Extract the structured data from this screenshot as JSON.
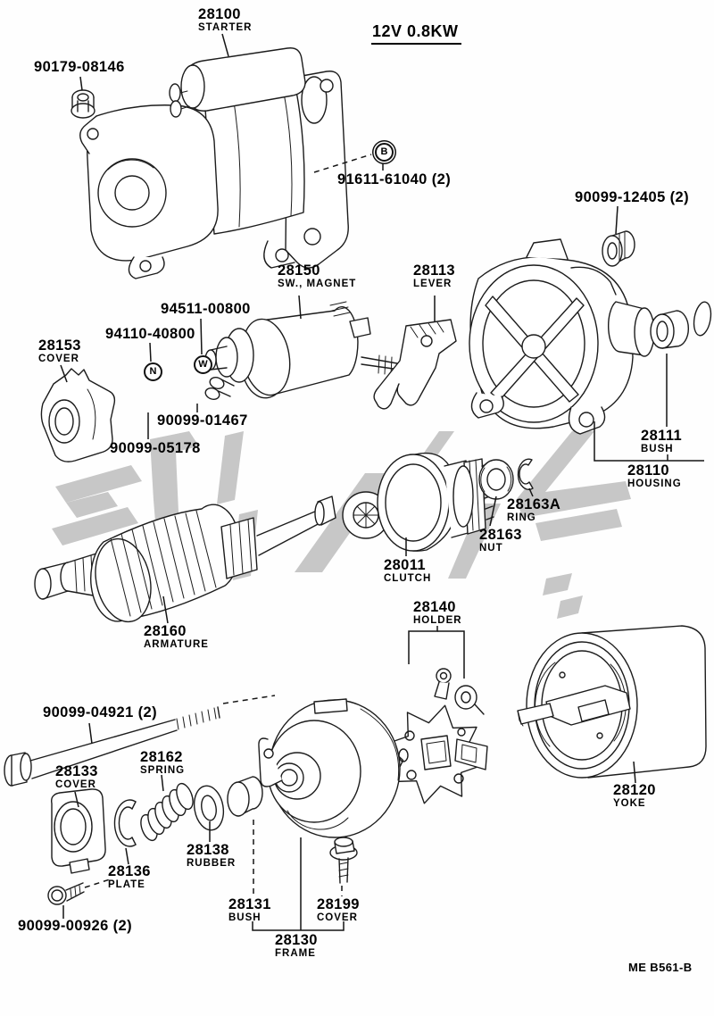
{
  "page": {
    "spec_label": "12V 0.8KW",
    "figure_code": "ME B561-B"
  },
  "markers": {
    "b": "B",
    "n": "N",
    "w": "W"
  },
  "parts": {
    "p28100": {
      "number": "28100",
      "name": "STARTER"
    },
    "p90179_08146": {
      "number": "90179-08146"
    },
    "p91611_61040": {
      "number": "91611-61040 (2)"
    },
    "p90099_12405": {
      "number": "90099-12405 (2)"
    },
    "p28150": {
      "number": "28150",
      "name": "SW., MAGNET"
    },
    "p28113": {
      "number": "28113",
      "name": "LEVER"
    },
    "p94511_00800": {
      "number": "94511-00800"
    },
    "p94110_40800": {
      "number": "94110-40800"
    },
    "p28153": {
      "number": "28153",
      "name": "COVER"
    },
    "p90099_01467": {
      "number": "90099-01467"
    },
    "p90099_05178": {
      "number": "90099-05178"
    },
    "p28111": {
      "number": "28111",
      "name": "BUSH"
    },
    "p28110": {
      "number": "28110",
      "name": "HOUSING"
    },
    "p28163A": {
      "number": "28163A",
      "name": "RING"
    },
    "p28163": {
      "number": "28163",
      "name": "NUT"
    },
    "p28011": {
      "number": "28011",
      "name": "CLUTCH"
    },
    "p28160": {
      "number": "28160",
      "name": "ARMATURE"
    },
    "p28140": {
      "number": "28140",
      "name": "HOLDER"
    },
    "p90099_04921": {
      "number": "90099-04921 (2)"
    },
    "p28133": {
      "number": "28133",
      "name": "COVER"
    },
    "p28162": {
      "number": "28162",
      "name": "SPRING"
    },
    "p28138": {
      "number": "28138",
      "name": "RUBBER"
    },
    "p28136": {
      "number": "28136",
      "name": "PLATE"
    },
    "p90099_00926": {
      "number": "90099-00926 (2)"
    },
    "p28131": {
      "number": "28131",
      "name": "BUSH"
    },
    "p28199": {
      "number": "28199",
      "name": "COVER"
    },
    "p28130": {
      "number": "28130",
      "name": "FRAME"
    },
    "p28120": {
      "number": "28120",
      "name": "YOKE"
    }
  }
}
